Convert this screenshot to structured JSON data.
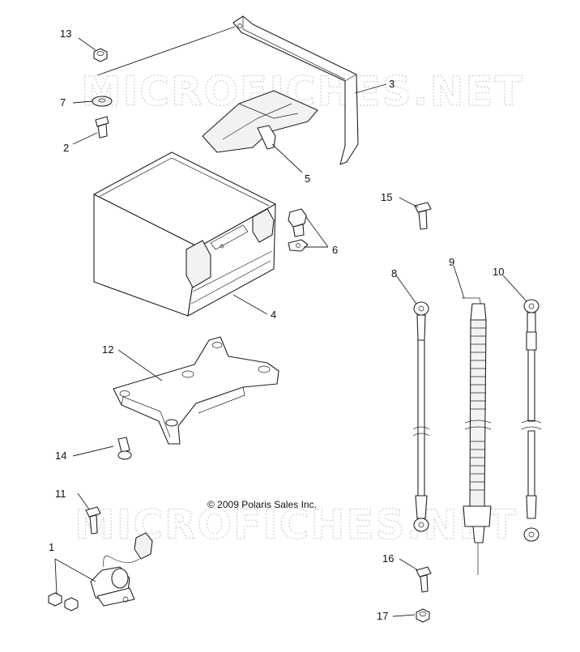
{
  "watermark_text": "MICROFICHES.NET",
  "copyright": "© 2009 Polaris Sales Inc.",
  "callouts": {
    "c1": "1",
    "c2": "2",
    "c3": "3",
    "c4": "4",
    "c5": "5",
    "c6": "6",
    "c7": "7",
    "c8": "8",
    "c9": "9",
    "c10": "10",
    "c11": "11",
    "c12": "12",
    "c13": "13",
    "c14": "14",
    "c15": "15",
    "c16": "16",
    "c17": "17"
  }
}
